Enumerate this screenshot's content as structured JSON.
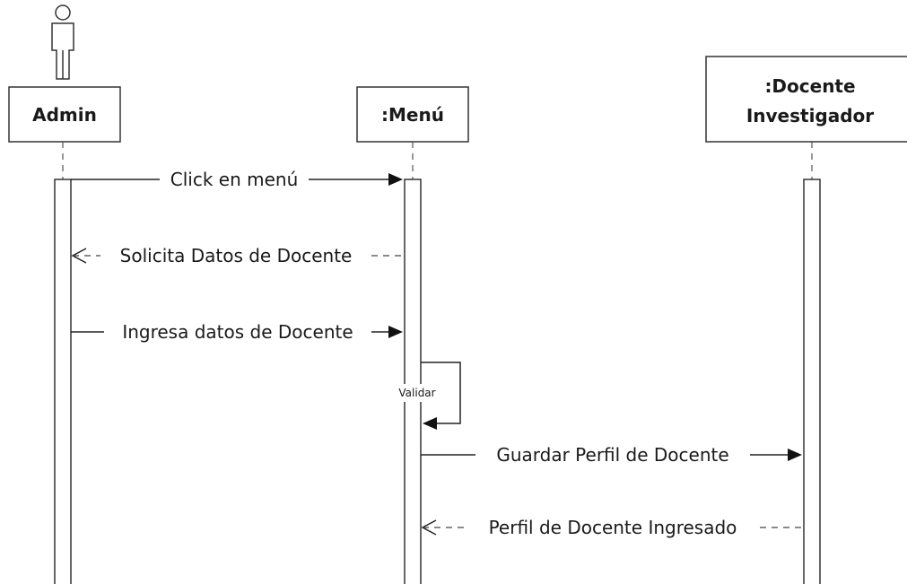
{
  "participants": {
    "admin": "Admin",
    "menu": ":Menú",
    "docente_line1": ":Docente",
    "docente_line2": "Investigador"
  },
  "messages": {
    "m1": "Click en menú",
    "m2": "Solicita Datos de Docente",
    "m3": "Ingresa datos de Docente",
    "m4": "Validar",
    "m5": "Guardar Perfil de Docente",
    "m6": "Perfil de Docente Ingresado"
  }
}
